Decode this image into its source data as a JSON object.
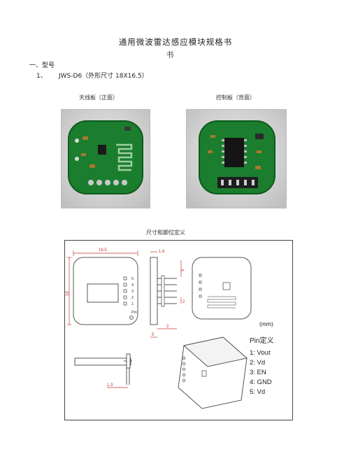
{
  "document": {
    "title": "通用微波雷达感应模块规格书",
    "title_wrap": "书",
    "section_heading": "一、型号",
    "item": {
      "number": "1、",
      "text": "JWS-D6（外形尺寸 18X16.5）"
    }
  },
  "photos": {
    "antenna_caption": "天线板（正面）",
    "control_caption": "控制板（背面）"
  },
  "diagram": {
    "caption": "尺寸和脚位定义",
    "dims": {
      "width": "16.5",
      "height": "18",
      "top_offset": "1.8",
      "pin_pitch": "2",
      "pin_length": "2",
      "pitch_total": "5",
      "side_gap": "5",
      "bottom_offset": "1.3"
    },
    "pin_numbers": [
      "1",
      "2",
      "3",
      "4",
      "5"
    ],
    "pin_axis_label": "Pin",
    "unit": "(mm)",
    "pin_title": "Pin定义",
    "pins": [
      "1: Vout",
      "2: Vd",
      "3: EN",
      "4: GND",
      "5: Vd"
    ]
  }
}
